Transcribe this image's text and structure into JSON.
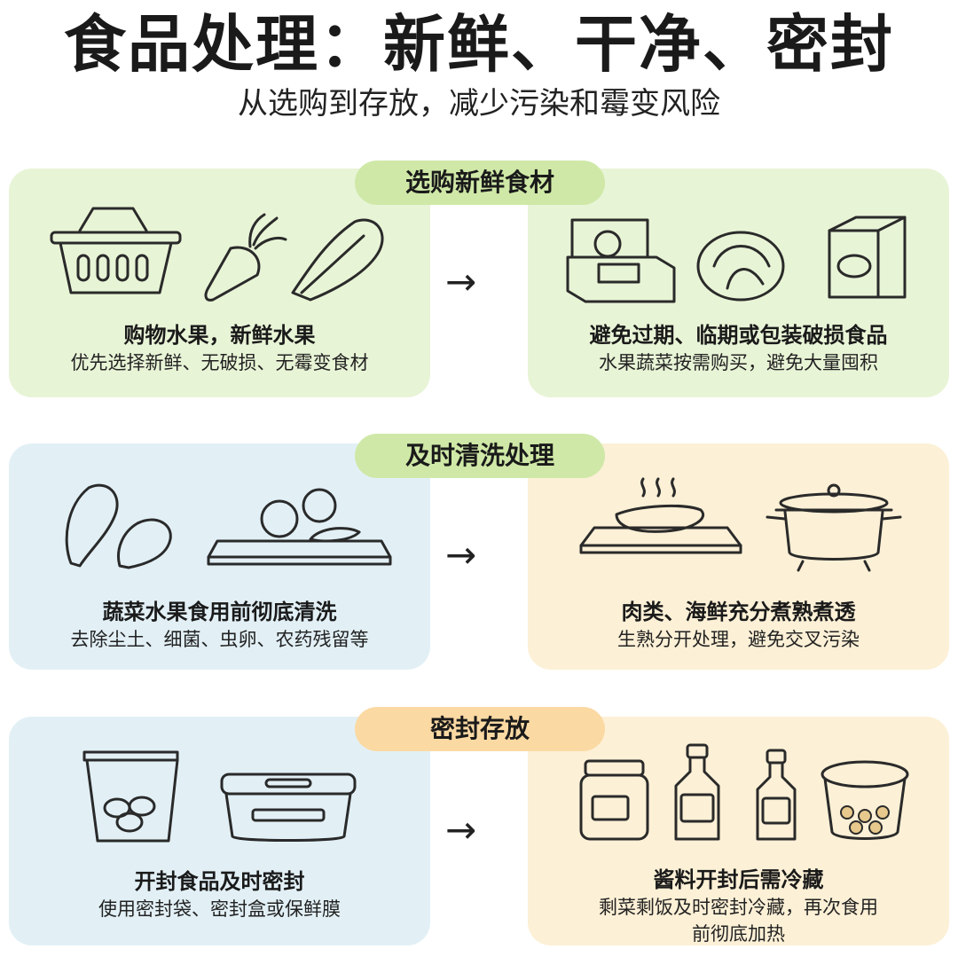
{
  "title": "食品处理：新鲜、干净、密封",
  "subtitle": "从选购到存放，减少污染和霉变风险",
  "sections": [
    {
      "label": "选购新鲜食材",
      "left": {
        "heading": "购物水果，新鲜水果",
        "detail": "优先选择新鲜、无破损、无霉变食材"
      },
      "right": {
        "heading": "避免过期、临期或包装破损食品",
        "detail": "水果蔬菜按需购买，避免大量囤积"
      }
    },
    {
      "label": "及时清洗处理",
      "left": {
        "heading": "蔬菜水果食用前彻底清洗",
        "detail": "去除尘土、细菌、虫卵、农药残留等"
      },
      "right": {
        "heading": "肉类、海鲜充分煮熟煮透",
        "detail": "生熟分开处理，避免交叉污染"
      }
    },
    {
      "label": "密封存放",
      "left": {
        "heading": "开封食品及时密封",
        "detail": "使用密封袋、密封盒或保鲜膜"
      },
      "right": {
        "heading": "酱料开封后需冷藏",
        "detail": "剩菜剩饭及时密封冷藏，再次食用",
        "detail2": "前彻底加热"
      }
    }
  ],
  "arrow": "→",
  "colors": {
    "green": "#e8f4d6",
    "blue": "#e2f0f6",
    "cream": "#fcf0d6",
    "pill_green": "#cfe8a7",
    "pill_orange": "#fbd9a3"
  }
}
